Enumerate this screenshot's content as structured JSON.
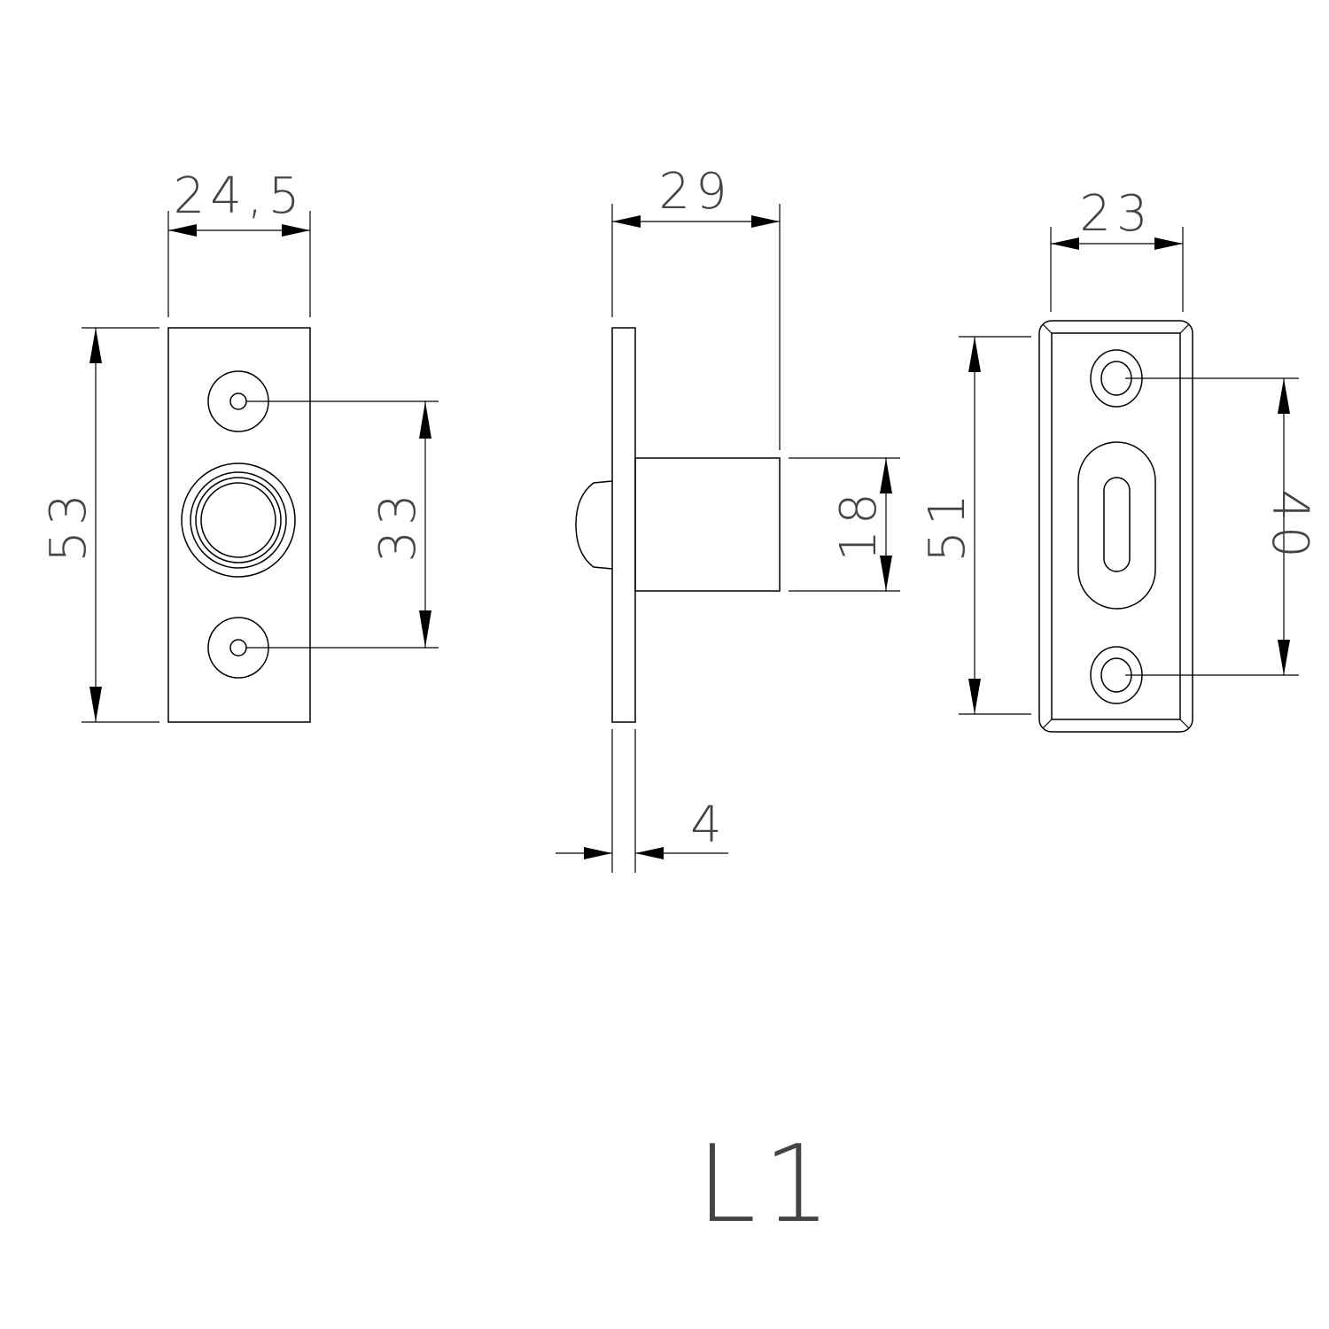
{
  "drawing": {
    "label": "L1",
    "front_view": {
      "width_dim": "24,5",
      "height_dim": "53",
      "hole_spacing_dim": "33"
    },
    "side_view": {
      "length_dim": "29",
      "bolt_dim": "18",
      "plate_thickness_dim": "4"
    },
    "strike_view": {
      "width_dim": "23",
      "height_dim": "51",
      "hole_spacing_dim": "40"
    }
  }
}
